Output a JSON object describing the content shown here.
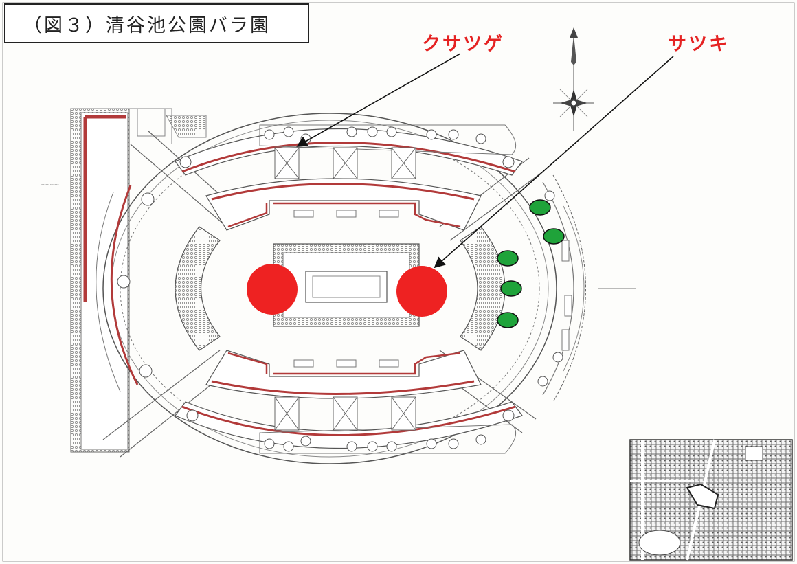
{
  "title": "（図３）清谷池公園バラ園",
  "labels": {
    "kusatsuge": "クサツゲ",
    "satsuki": "サツキ"
  },
  "colors": {
    "label_text": "#e52222",
    "red_marker": "#ee2222",
    "green_marker": "#1fa33a",
    "plan_line": "#555555",
    "rose_bed": "#b23a3a"
  },
  "markers": {
    "red_count": 2,
    "green_count": 5
  }
}
